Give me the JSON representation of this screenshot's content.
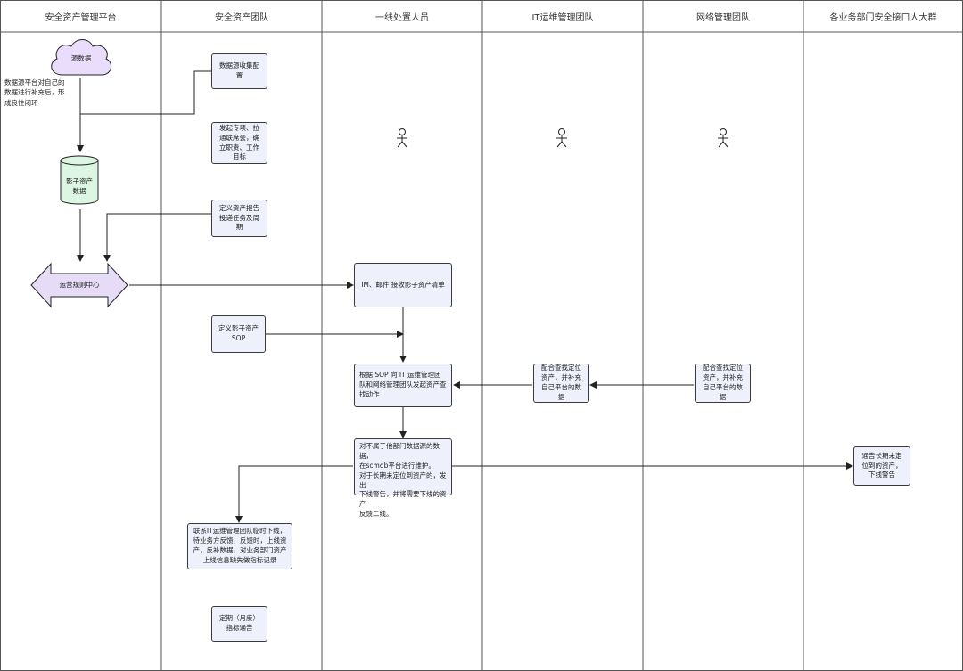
{
  "lanes": [
    "安全资产管理平台",
    "安全资产团队",
    "一线处置人员",
    "IT运维管理团队",
    "网络管理团队",
    "各业务部门安全接口人大群"
  ],
  "shapes": {
    "cloud": "源数据",
    "cylinder_line1": "影子资产",
    "cylinder_line2": "数据",
    "double_arrow": "运营规则中心"
  },
  "note_lines": [
    "数据源平台对自己的",
    "数据进行补充后，形",
    "成良性闭环"
  ],
  "boxes": {
    "collect_config": "数据源收集配置",
    "special_project": "发起专项、拉通联席会，确立职责、工作目标",
    "report_task": "定义资产报告投递任务及周期",
    "receive_list": "IM、邮件 接收影子资产清单",
    "define_sop": "定义影子资产SOP",
    "initiate_search": "根据 SOP 向 IT 运维管理团队和网络管理团队发起资产查找动作",
    "it_cooperate": "配合查找定位资产，并补充自己平台的数据",
    "net_cooperate": "配合查找定位资产，并补充自己平台的数据",
    "handle_lines": [
      "对不属于他部门数据源的数据，",
      "在scmdb平台进行维护。",
      "对于长期未定位到资产的，发出",
      "下线警告，并将需要下线的资产",
      "反馈二线。"
    ],
    "notify_group": "通告长期未定位到的资产，下线警告",
    "offline_coord": "联系IT运维管理团队临时下线，待业务方反馈，反馈时，上线资产，反补数据，对业务部门资产上线信息缺失做指标记录",
    "periodic_report": "定期（月度）指标通告"
  },
  "colors": {
    "cloud_fill": "#eaddfb",
    "cylinder_fill": "#ddf6e3",
    "arrow_fill": "#e7dcf8",
    "box_fill": "#eef0fb",
    "line": "#222222"
  }
}
